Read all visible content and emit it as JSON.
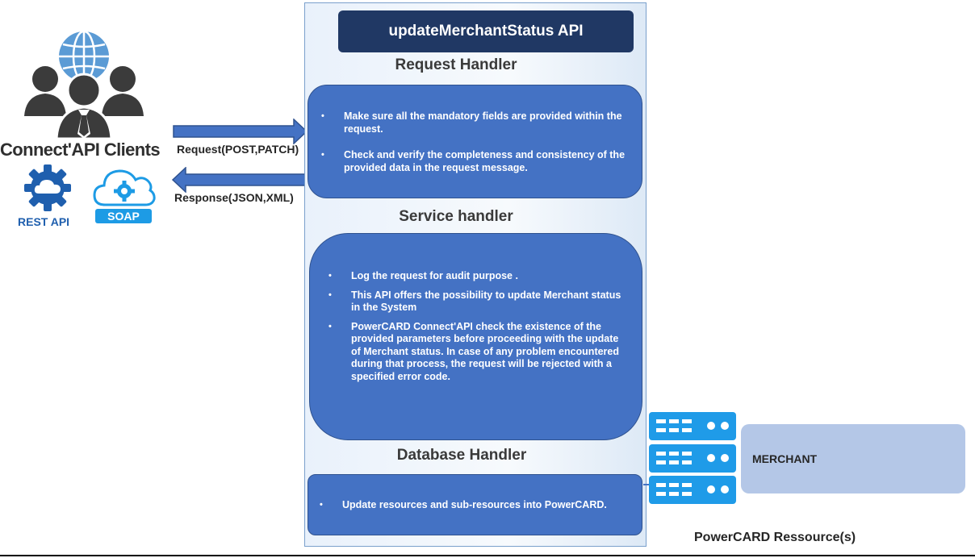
{
  "clients": {
    "title": "Connect'API Clients",
    "rest_label": "REST API",
    "soap_label": "SOAP"
  },
  "arrows": {
    "request_label": "Request(POST,PATCH)",
    "response_label": "Response(JSON,XML)"
  },
  "api": {
    "title": "updateMerchantStatus API"
  },
  "request_handler": {
    "title": "Request Handler",
    "items": [
      "Make sure all the mandatory fields are provided within the request.",
      "Check and verify the completeness and consistency of the provided data in the request message."
    ]
  },
  "service_handler": {
    "title": "Service handler",
    "items": [
      "Log the request for audit purpose .",
      "This API offers the possibility to update Merchant status in the System",
      "PowerCARD Connect'API check the existence of the provided parameters before proceeding with the update of Merchant status. In case of any problem encountered during that process, the request will be rejected with a specified error code."
    ]
  },
  "database_handler": {
    "title": "Database Handler",
    "items": [
      "Update resources and sub-resources into PowerCARD."
    ]
  },
  "resources": {
    "merchant_label": "MERCHANT",
    "caption": "PowerCARD Ressource(s)"
  },
  "colors": {
    "title_bg": "#203864",
    "box_fill": "#4472c4",
    "arrow": "#4472c4",
    "merchant_fill": "#b4c7e7",
    "server": "#1f9be8"
  },
  "icons": [
    "globe-icon",
    "users-icon",
    "gear-cloud-icon",
    "cloud-gear-icon",
    "server-stack-icon"
  ]
}
